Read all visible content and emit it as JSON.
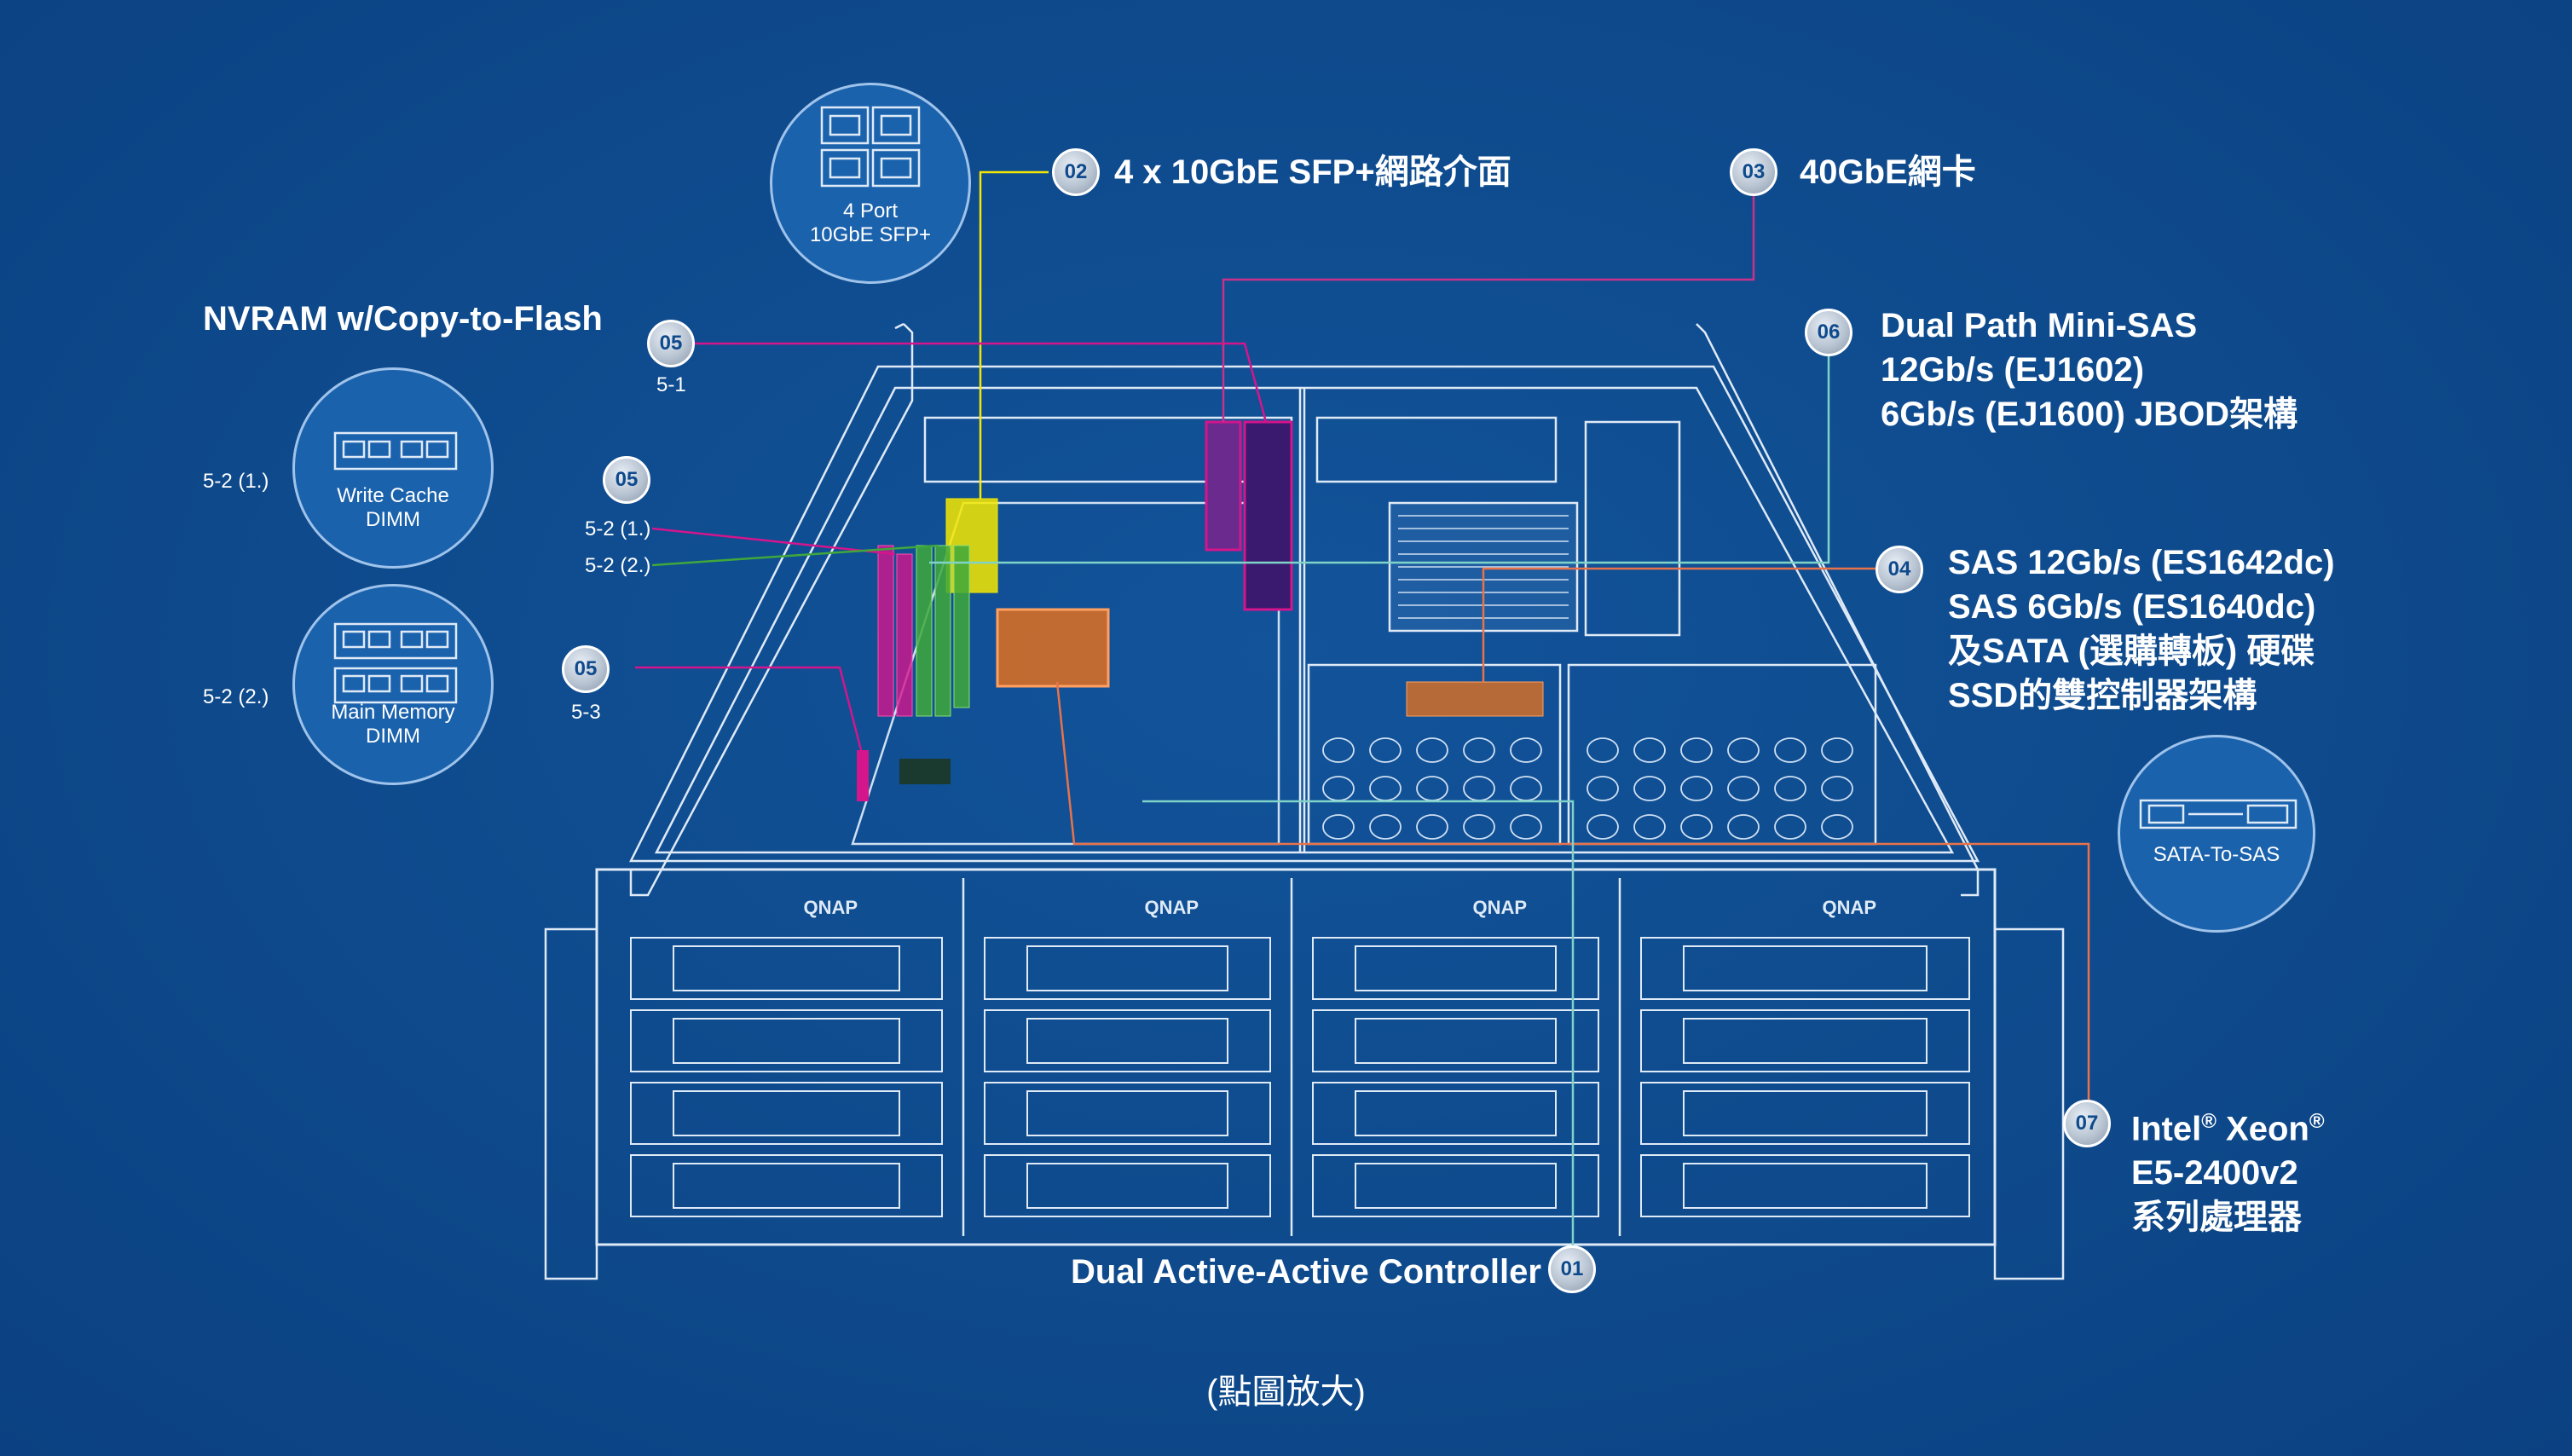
{
  "title": "",
  "callouts": {
    "c01": {
      "num": "01",
      "text": "Dual Active-Active Controller"
    },
    "c02": {
      "num": "02",
      "text": "4 x 10GbE SFP+網路介面"
    },
    "c03": {
      "num": "03",
      "text": "40GbE網卡"
    },
    "c04": {
      "num": "04",
      "lines": [
        "SAS 12Gb/s (ES1642dc)",
        "SAS 6Gb/s (ES1640dc)",
        "及SATA (選購轉板) 硬碟",
        "SSD的雙控制器架構"
      ]
    },
    "c05": {
      "num": "05",
      "text": "NVRAM w/Copy-to-Flash",
      "sub1": "5-1",
      "sub2a": "5-2 (1.)",
      "sub2b": "5-2 (2.)",
      "sub3": "5-3"
    },
    "c05b": {
      "num": "05"
    },
    "c05c": {
      "num": "05"
    },
    "c06": {
      "num": "06",
      "lines": [
        "Dual Path Mini-SAS",
        "12Gb/s (EJ1602)",
        "6Gb/s (EJ1600) JBOD架構"
      ]
    },
    "c07": {
      "num": "07",
      "line1a": "Intel",
      "reg": "®",
      "line1b": " Xeon",
      "line2": "E5-2400v2",
      "line3": "系列處理器"
    }
  },
  "insets": {
    "sfp": {
      "line1": "4 Port",
      "line2": "10GbE SFP+"
    },
    "write_cache": {
      "line1": "Write Cache",
      "line2": "DIMM",
      "side_label": "5-2 (1.)"
    },
    "main_memory": {
      "line1": "Main Memory",
      "line2": "DIMM",
      "side_label": "5-2 (2.)"
    },
    "sata_to_sas": {
      "line1": "SATA-To-SAS"
    }
  },
  "brand_on_trays": "QNAP",
  "footer": "(點圖放大)",
  "colors": {
    "background": "#0e4a8c",
    "line_white": "#ffffff",
    "yellow": "#f5e800",
    "magenta": "#d4158c",
    "purple": "#6b2a8e",
    "green": "#3fa83a",
    "orange": "#e07020",
    "teal": "#7fd3c8",
    "salmon": "#e8734a",
    "violet": "#c9318a"
  }
}
